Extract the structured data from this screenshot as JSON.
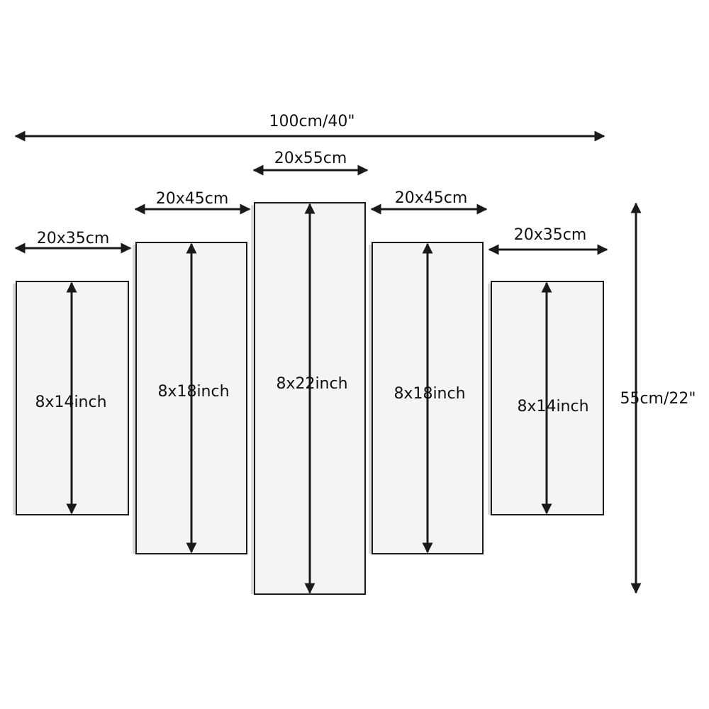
{
  "overall": {
    "width_label": "100cm/40\"",
    "height_label": "55cm/22\""
  },
  "panels": [
    {
      "size_cm": "20x35cm",
      "size_inch": "8x14inch"
    },
    {
      "size_cm": "20x45cm",
      "size_inch": "8x18inch"
    },
    {
      "size_cm": "20x55cm",
      "size_inch": "8x22inch"
    },
    {
      "size_cm": "20x45cm",
      "size_inch": "8x18inch"
    },
    {
      "size_cm": "20x35cm",
      "size_inch": "8x14inch"
    }
  ],
  "colors": {
    "panel_fill": "#f4f4f4",
    "line": "#1a1a1a",
    "background": "#ffffff"
  }
}
